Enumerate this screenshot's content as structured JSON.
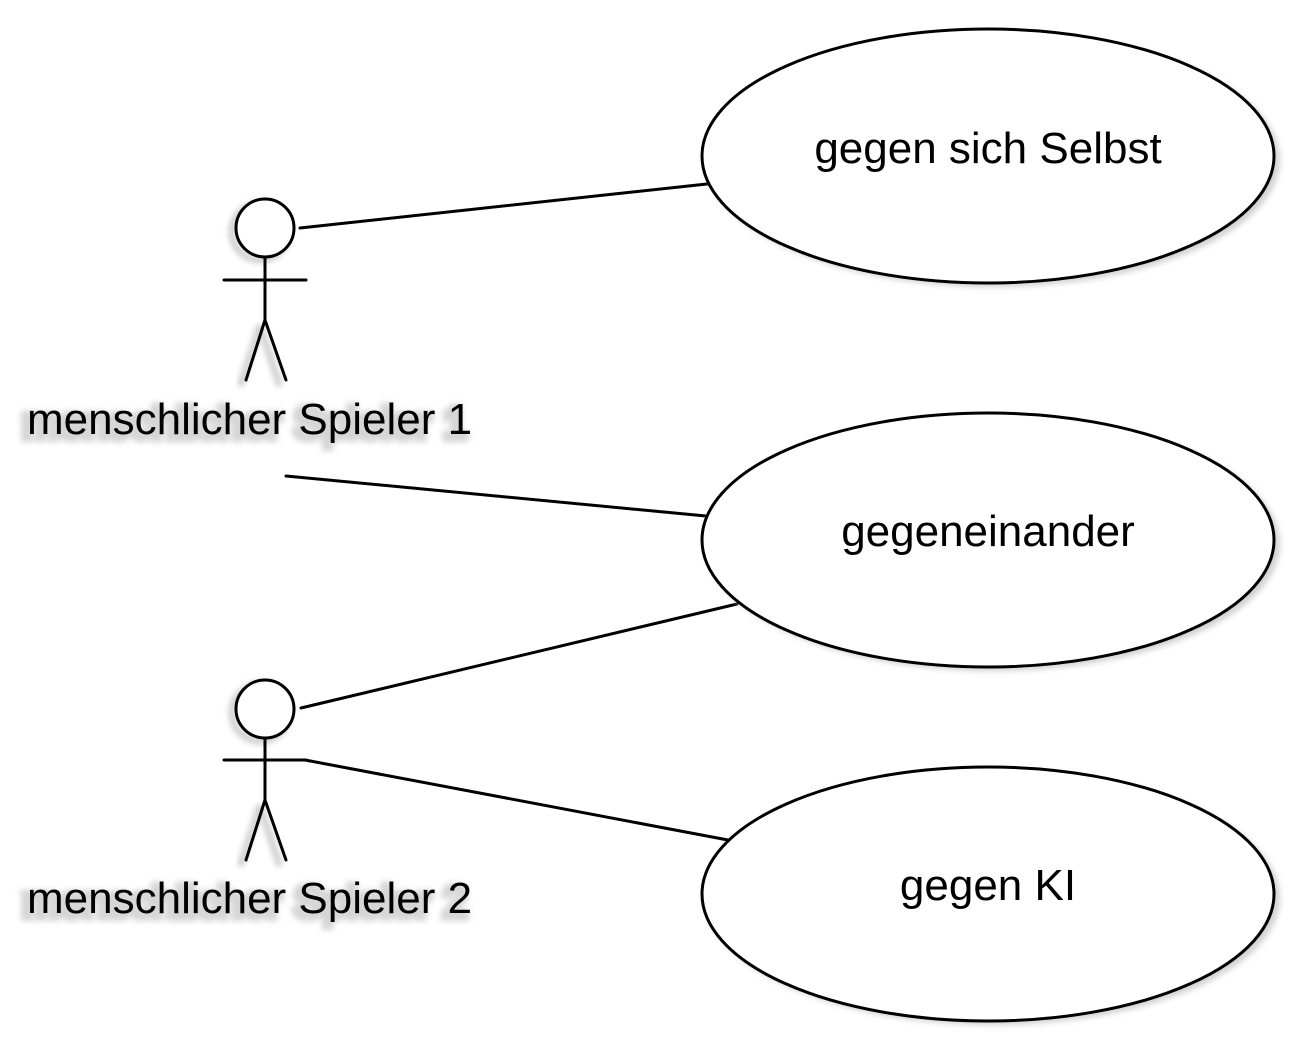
{
  "actors": [
    {
      "label": "menschlicher Spieler 1"
    },
    {
      "label": "menschlicher Spieler 2"
    }
  ],
  "use_cases": [
    {
      "label": "gegen sich Selbst"
    },
    {
      "label": "gegeneinander"
    },
    {
      "label": "gegen KI"
    }
  ],
  "associations": [
    {
      "from": "menschlicher Spieler 1",
      "to": "gegen sich Selbst"
    },
    {
      "from": "menschlicher Spieler 1",
      "to": "gegeneinander"
    },
    {
      "from": "menschlicher Spieler 2",
      "to": "gegeneinander"
    },
    {
      "from": "menschlicher Spieler 2",
      "to": "gegen KI"
    }
  ]
}
